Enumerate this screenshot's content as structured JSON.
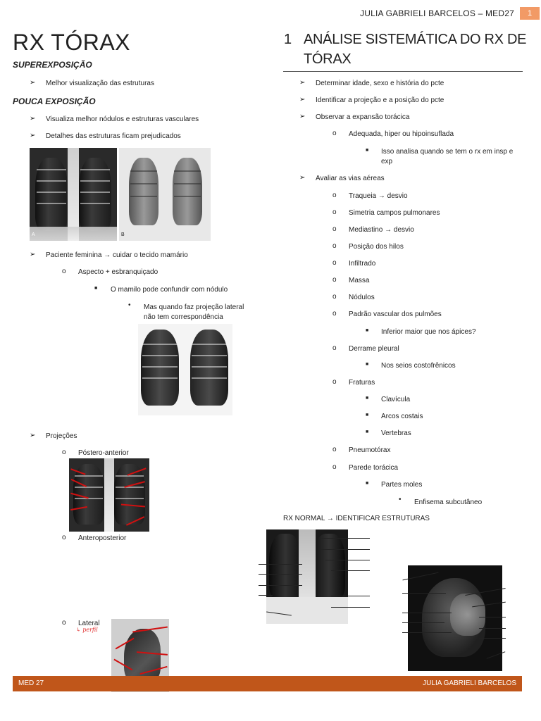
{
  "header": {
    "author_course": "JULIA GABRIELI BARCELOS – MED27",
    "page_number": "1"
  },
  "left": {
    "title": "RX TÓRAX",
    "super_heading": "SUPEREXPOSIÇÃO",
    "super_item": "Melhor visualização das estruturas",
    "pouca_heading": "POUCA EXPOSIÇÃO",
    "pouca_items": [
      "Visualiza melhor nódulos e estruturas vasculares",
      "Detalhes das estruturas ficam prejudicados"
    ],
    "img_label_a": "A",
    "img_label_b": "B",
    "feminina": "Paciente feminina → cuidar o tecido mamário",
    "aspecto": "Aspecto + esbranquiçado",
    "mamilo": "O mamilo pode confundir com nódulo",
    "lateral_note_1": "Mas quando faz projeção lateral",
    "lateral_note_2": "não tem correspondência",
    "projecoes": "Projeções",
    "pa": "Póstero-anterior",
    "ap": "Anteroposterior",
    "lateral": "Lateral",
    "lateral_hand": "↳ perfil"
  },
  "right": {
    "section_number": "1",
    "section_title_1": "ANÁLISE SISTEMÁTICA DO RX DE",
    "section_title_2": "TÓRAX",
    "items": {
      "idade": "Determinar idade, sexo e história do pcte",
      "projecao": "Identificar a projeção e a posição do pcte",
      "expansao": "Observar a expansão torácica",
      "adequada": "Adequada, hiper ou hipoinsuflada",
      "insp_1": "Isso analisa quando se tem o rx em insp e",
      "insp_2": "exp",
      "vias": "Avaliar as vias aéreas",
      "traqueia": "Traqueia → desvio",
      "simetria": "Simetria campos pulmonares",
      "mediastino": "Mediastino → desvio",
      "hilos": "Posição dos hilos",
      "infiltrado": "Infiltrado",
      "massa": "Massa",
      "nodulos": "Nódulos",
      "padrao": "Padrão vascular dos pulmões",
      "inferior": "Inferior maior que nos ápices?",
      "derrame": "Derrame pleural",
      "seios": "Nos seios costofrênicos",
      "fraturas": "Fraturas",
      "clavicula": "Clavícula",
      "arcos": "Arcos costais",
      "vertebras": "Vertebras",
      "pneumotorax": "Pneumotórax",
      "parede": "Parede torácica",
      "partes": "Partes moles",
      "enfisema": "Enfisema subcutâneo",
      "rx_normal": "RX NORMAL → IDENTIFICAR ESTRUTURAS"
    }
  },
  "footer": {
    "left": "MED 27",
    "right": "JULIA GABRIELI BARCELOS"
  }
}
